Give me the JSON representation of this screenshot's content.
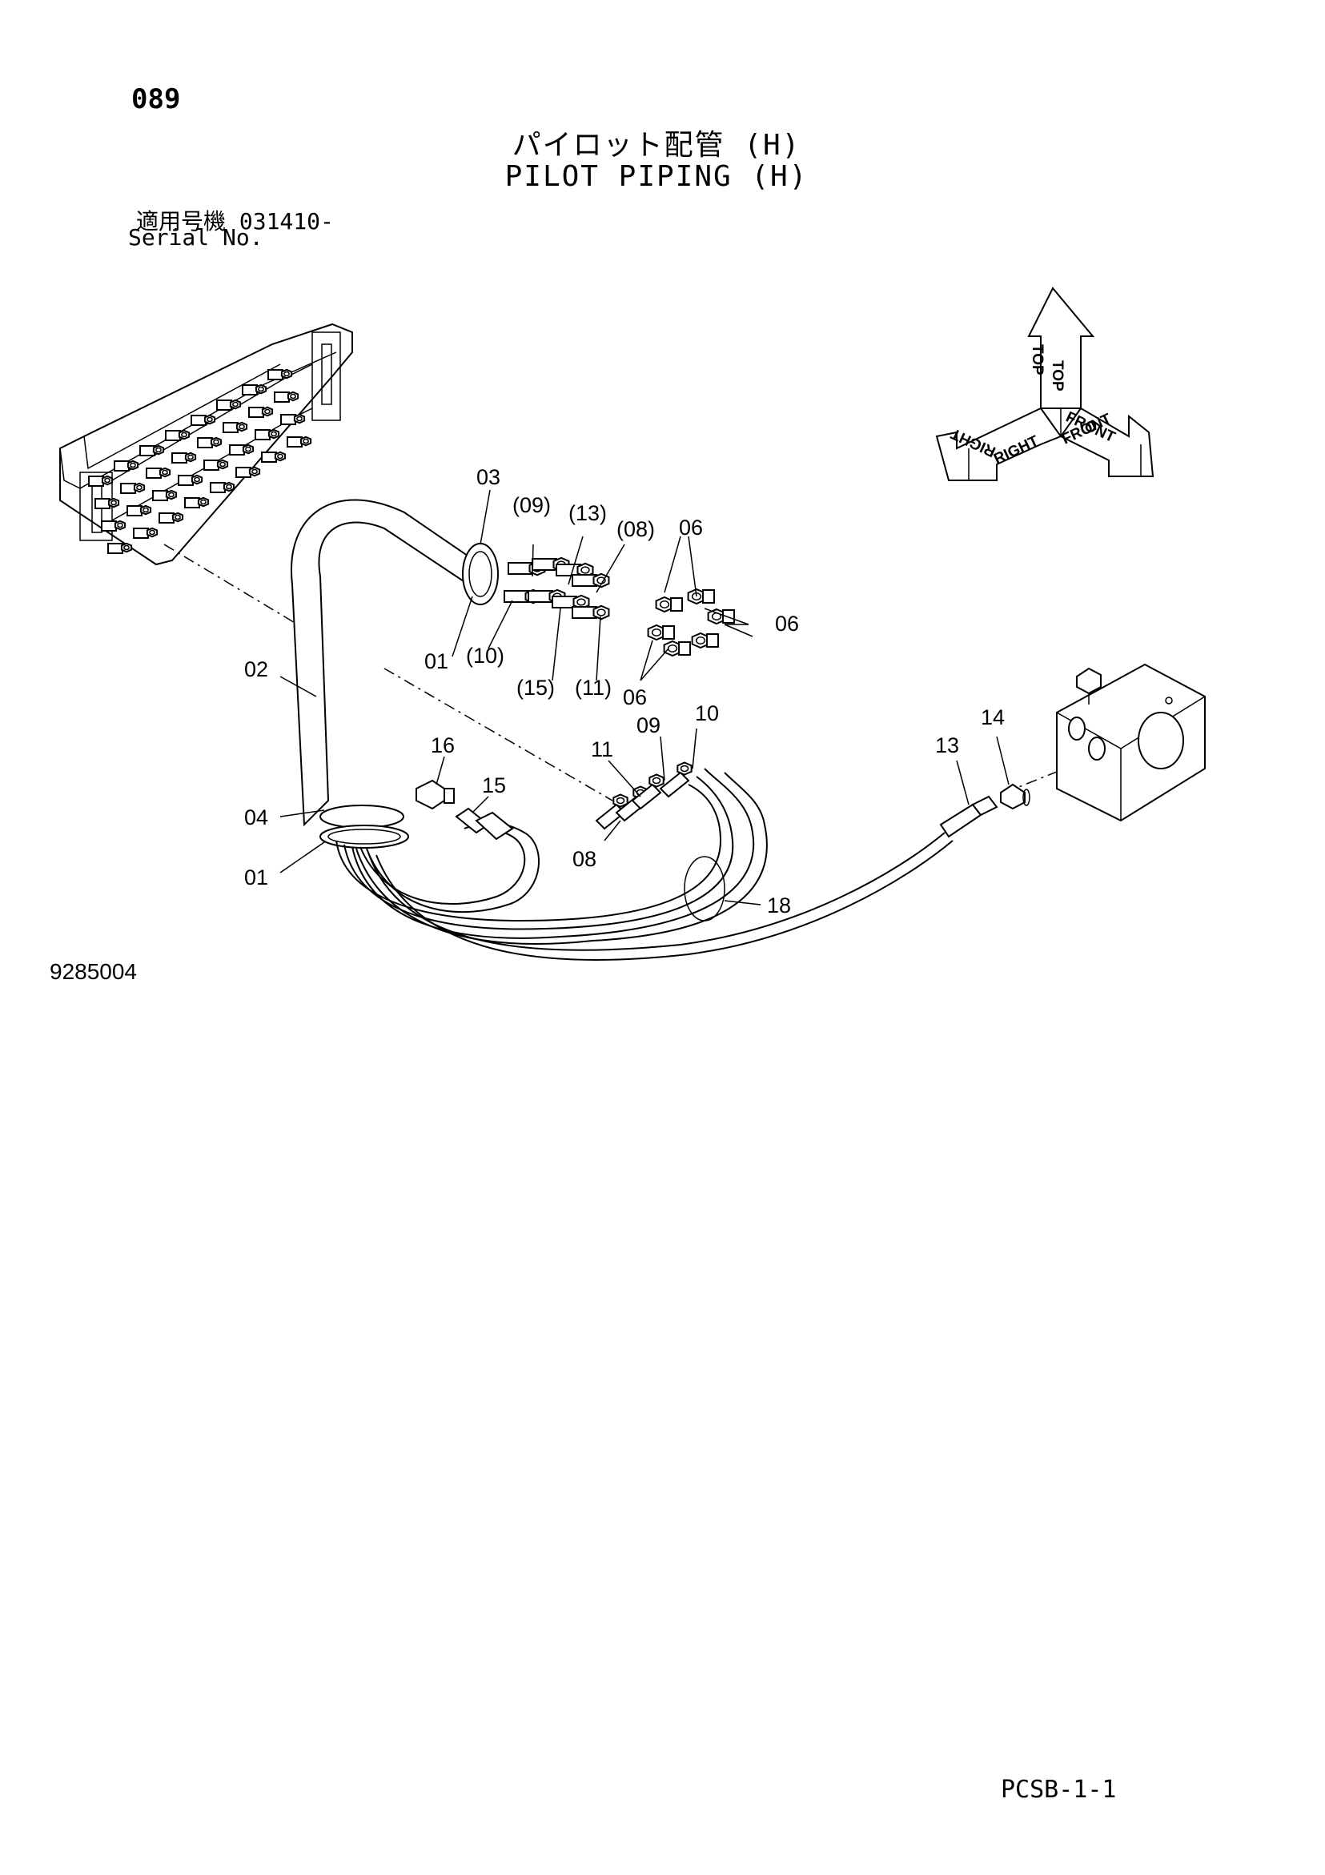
{
  "page": {
    "number": "089",
    "title_jp": "パイロット配管 (H)",
    "title_en": "PILOT PIPING (H)",
    "serial_jp": "適用号機 031410-",
    "serial_en": "Serial No.",
    "figure_number": "9285004",
    "page_code": "PCSB-1-1"
  },
  "orientation": {
    "top": "TOP",
    "right": "RIGHT",
    "front": "FRONT"
  },
  "labels": {
    "p01a": "01",
    "p01b": "01",
    "p02": "02",
    "p03": "03",
    "p04": "04",
    "p06a": "06",
    "p06b": "06",
    "p06c": "06",
    "p08": "08",
    "p08r": "(08)",
    "p09": "09",
    "p09r": "(09)",
    "p10": "10",
    "p10r": "(10)",
    "p11": "11",
    "p11r": "(11)",
    "p13": "13",
    "p13r": "(13)",
    "p14": "14",
    "p15": "15",
    "p15r": "(15)",
    "p16": "16",
    "p18": "18"
  }
}
